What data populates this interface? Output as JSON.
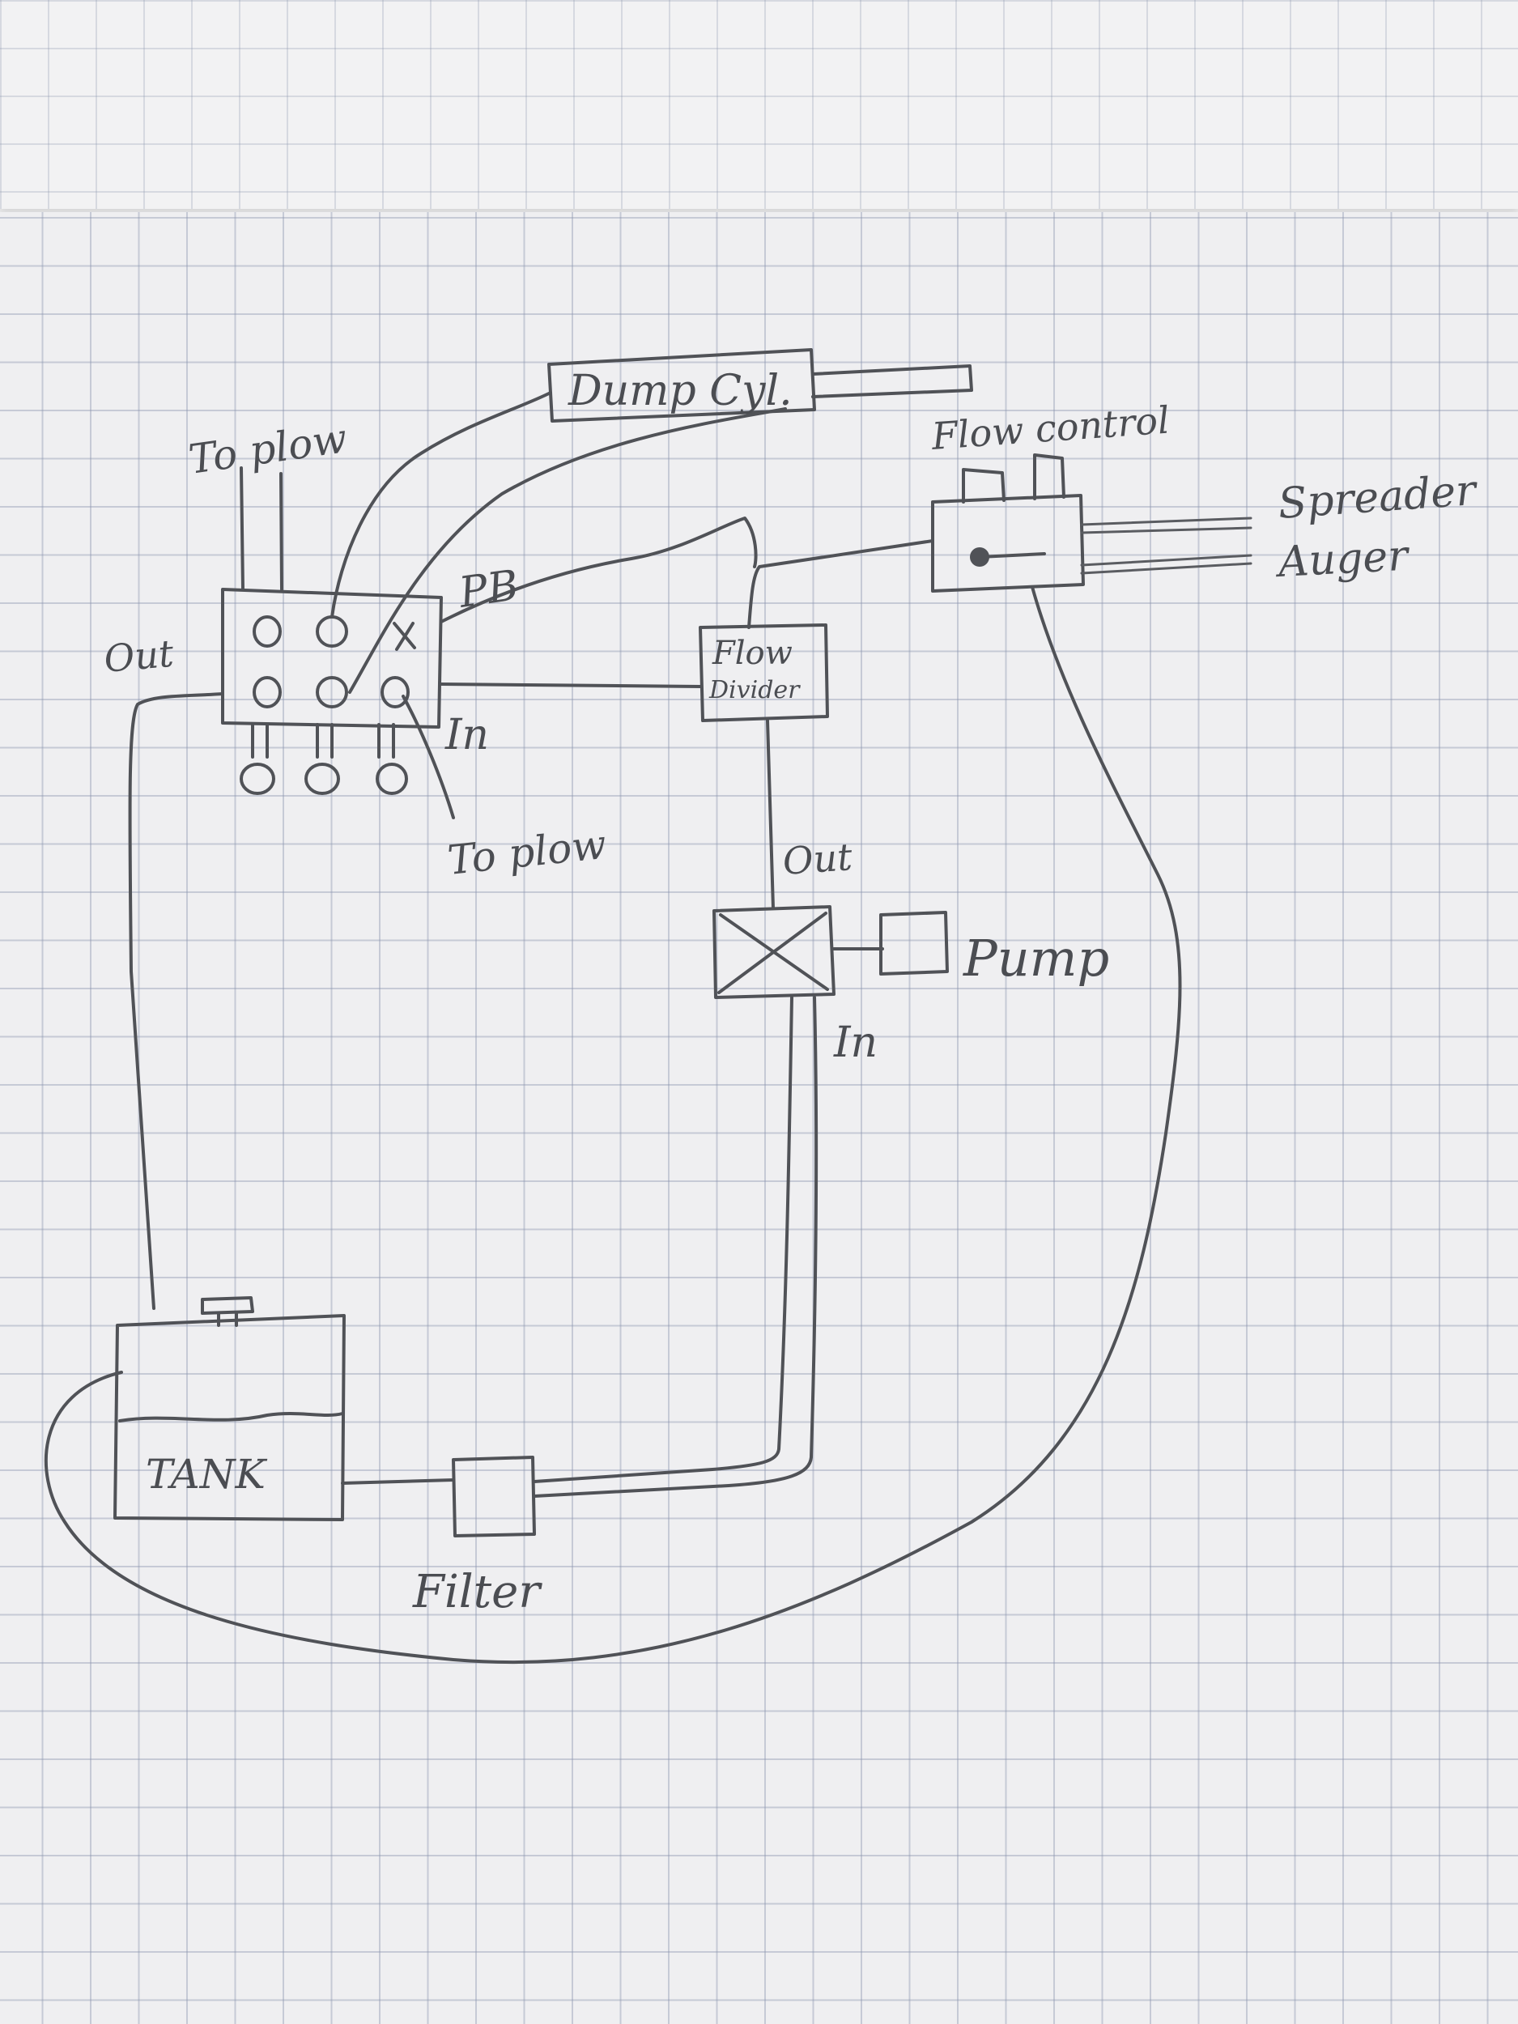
{
  "labels": {
    "dump_cylinder": "Dump Cyl.",
    "to_plow_top": "To plow",
    "to_plow_bottom": "To plow",
    "flow_control": "Flow control",
    "spreader": "Spreader",
    "auger": "Auger",
    "pb": "PB",
    "out_valve": "Out",
    "in_valve": "In",
    "flow_divider_line1": "Flow",
    "flow_divider_line2": "Divider",
    "out_pump": "Out",
    "pump": "Pump",
    "in_pump": "In",
    "tank": "TANK",
    "filter": "Filter"
  },
  "colors": {
    "ink": "#505257",
    "paper": "#efeff1",
    "grid": "#8c96af"
  }
}
